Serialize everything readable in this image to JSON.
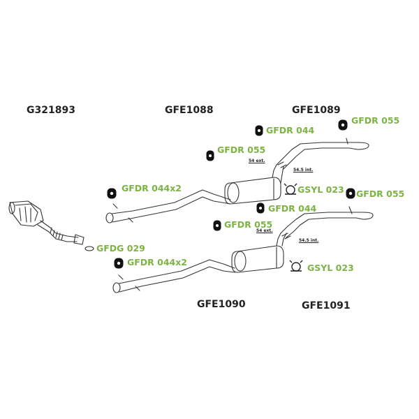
{
  "diagram": {
    "part_numbers": {
      "catalytic": "G321893",
      "front_pipe_a": "GFE1088",
      "rear_box_a": "GFE1089",
      "front_pipe_b": "GFE1090",
      "rear_box_b": "GFE1091"
    },
    "accessories": {
      "rubber_055_top": "GFDR 055",
      "rubber_044_top": "GFDR 044",
      "rubber_055_mid_a": "GFDR 055",
      "rubber_044x2_a": "GFDR 044x2",
      "clamp_023_a": "GSYL 023",
      "rubber_055_right": "GFDR 055",
      "rubber_044_mid": "GFDR 044",
      "rubber_055_mid_b": "GFDR 055",
      "gasket_029": "GFDG 029",
      "rubber_044x2_b": "GFDR 044x2",
      "clamp_023_b": "GSYL 023"
    },
    "dimensions": {
      "ext_a": "54 ext.",
      "int_a": "54.5 int.",
      "ext_b": "54 ext.",
      "int_b": "54.5 int."
    },
    "colors": {
      "part_text": "#222222",
      "accessory_text": "#7cb342",
      "line": "#333333"
    }
  }
}
